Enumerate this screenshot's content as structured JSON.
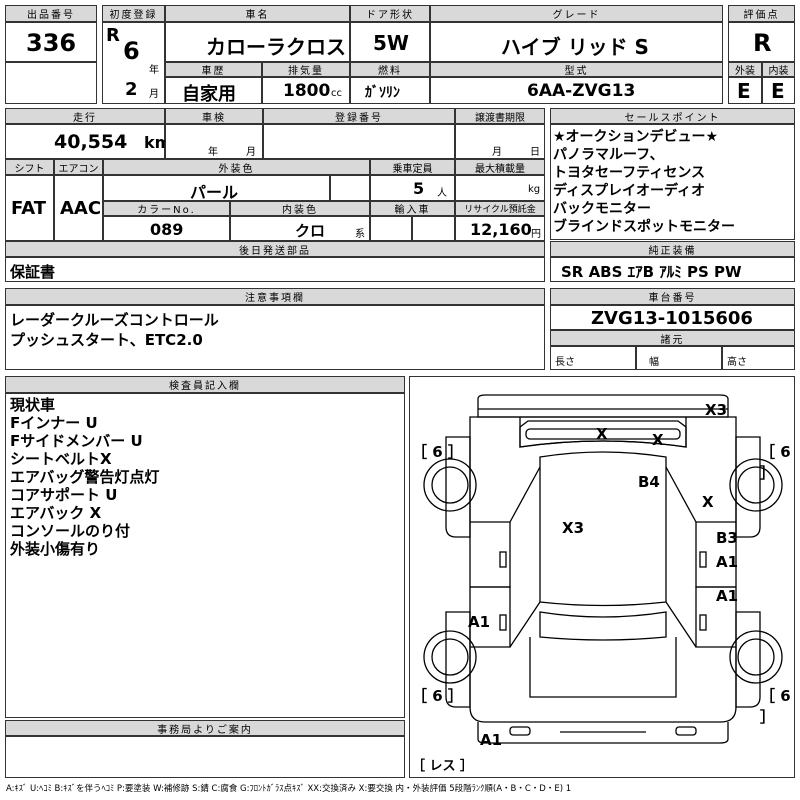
{
  "labels": {
    "lot_no": "出品番号",
    "first_reg": "初度登録",
    "car_name": "車名",
    "door": "ドア形状",
    "grade": "グレード",
    "score": "評価点",
    "history": "車歴",
    "displacement": "排気量",
    "fuel": "燃料",
    "model": "型式",
    "exterior": "外装",
    "interior": "内装",
    "mileage": "走行",
    "inspection": "車検",
    "reg_no": "登録番号",
    "transfer_deadline": "譲渡書期限",
    "sales_point": "セールスポイント",
    "shift": "シフト",
    "aircon": "エアコン",
    "ext_color": "外装色",
    "capacity": "乗車定員",
    "max_load": "最大積載量",
    "color_no": "カラーNo.",
    "int_color": "内装色",
    "import": "輸入車",
    "recycle": "リサイクル預託金",
    "later_parts": "後日発送部品",
    "genuine": "純正装備",
    "notes": "注意事項欄",
    "chassis_no": "車台番号",
    "dimensions": "諸元",
    "length": "長さ",
    "width": "幅",
    "height": "高さ",
    "inspector": "検査員記入欄",
    "office": "事務局よりご案内"
  },
  "values": {
    "lot_no": "336",
    "era": "R",
    "year_num": "6",
    "year_unit": "年",
    "month_num": "2",
    "month_unit": "月",
    "car_name": "カローラクロス",
    "door": "5W",
    "grade": "ハイブ リッド S",
    "score": "R",
    "history": "自家用",
    "displacement": "1800",
    "cc": "cc",
    "fuel": "ｶﾞｿﾘﾝ",
    "model": "6AA-ZVG13",
    "exterior_score": "E",
    "interior_score": "E",
    "mileage": "40,554",
    "km": "km",
    "insp_year": "年",
    "insp_month": "月",
    "transfer_month": "月",
    "transfer_day": "日",
    "shift": "FAT",
    "aircon": "AAC",
    "ext_color": "パール",
    "capacity": "5",
    "capacity_unit": "人",
    "kg": "kg",
    "color_no": "089",
    "int_color": "クロ",
    "int_unit": "系",
    "recycle": "12,160",
    "yen": "円",
    "later_parts": "保証書",
    "chassis_no": "ZVG13-1015606"
  },
  "sales_points": [
    "★オークションデビュー★",
    "パノラマルーフ、",
    "トヨタセーフティセンス",
    "ディスプレイオーディオ",
    "バックモニター",
    "ブラインドスポットモニター"
  ],
  "genuine_equipment": "SR ABS ｴｱB ｱﾙﾐ PS PW",
  "notes": [
    "レーダークルーズコントロール",
    "プッシュスタート、ETC2.0"
  ],
  "inspector_notes": [
    "現状車",
    "Fインナー U",
    "Fサイドメンバー U",
    "シートベルトX",
    "エアバッグ警告灯点灯",
    "コアサポート U",
    "エアバック X",
    "コンソールのり付",
    "外装小傷有り"
  ],
  "diagram": {
    "tire_fl": "［ 6 ］",
    "tire_fr": "［ 6 ］",
    "tire_rl": "［ 6 ］",
    "tire_rr": "［ 6 ］",
    "spare": "［ レス ］",
    "marks": {
      "front_bumper": "X3",
      "windshield_1": "X",
      "windshield_2": "X",
      "roof": "B4",
      "right_fender": "X",
      "hood": "X3",
      "right_front_door": "B3",
      "right_front_door_2": "A1",
      "right_rear_door": "A1",
      "left_rear_door": "A1",
      "rear_bumper": "A1"
    }
  },
  "legend": "A:ｷｽﾞ U:ﾍｺﾐ B:ｷｽﾞを伴うﾍｺﾐ P:要塗装 W:補修跡 S:錆 C:腐食 G:ﾌﾛﾝﾄｶﾞﾗｽ点ｷｽﾞ XX:交換済み X:要交換 内・外装評価 5段階ﾗﾝｸ順(A・B・C・D・E) 1"
}
